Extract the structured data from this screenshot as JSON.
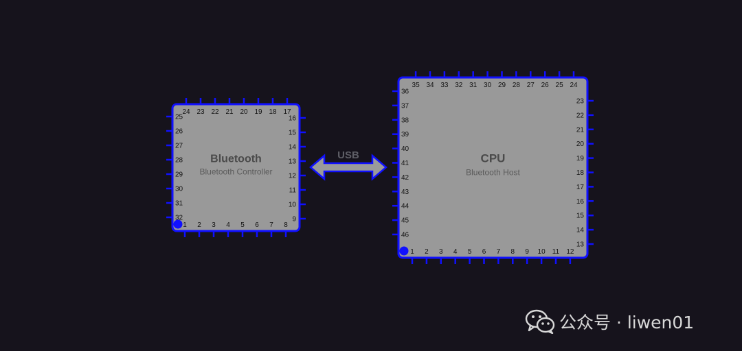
{
  "diagram": {
    "chips": [
      {
        "id": "bluetooth",
        "title": "Bluetooth",
        "subtitle": "Bluetooth Controller",
        "pins": {
          "bottom": [
            "1",
            "2",
            "3",
            "4",
            "5",
            "6",
            "7",
            "8"
          ],
          "right": [
            "9",
            "10",
            "11",
            "12",
            "13",
            "14",
            "15",
            "16"
          ],
          "top": [
            "17",
            "18",
            "19",
            "20",
            "21",
            "22",
            "23",
            "24"
          ],
          "left": [
            "25",
            "26",
            "27",
            "28",
            "29",
            "30",
            "31",
            "32"
          ]
        }
      },
      {
        "id": "cpu",
        "title": "CPU",
        "subtitle": "Bluetooth Host",
        "pins": {
          "bottom": [
            "1",
            "2",
            "3",
            "4",
            "5",
            "6",
            "7",
            "8",
            "9",
            "10",
            "11",
            "12"
          ],
          "right": [
            "13",
            "14",
            "15",
            "16",
            "17",
            "18",
            "19",
            "20",
            "21",
            "22",
            "23"
          ],
          "top": [
            "24",
            "25",
            "26",
            "27",
            "28",
            "29",
            "30",
            "31",
            "32",
            "33",
            "34",
            "35"
          ],
          "left": [
            "36",
            "37",
            "38",
            "39",
            "40",
            "41",
            "42",
            "43",
            "44",
            "45",
            "46"
          ]
        }
      }
    ],
    "link": {
      "label": "USB",
      "from": "bluetooth",
      "to": "cpu",
      "direction": "bidirectional"
    },
    "colors": {
      "chip_fill": "#999999",
      "chip_border": "#1010ff",
      "pin": "#1010ff",
      "arrow_fill": "#9a9a9a",
      "arrow_stroke": "#1010ff"
    }
  },
  "watermark": {
    "icon": "wechat-icon",
    "text": "公众号 · liwen01"
  }
}
